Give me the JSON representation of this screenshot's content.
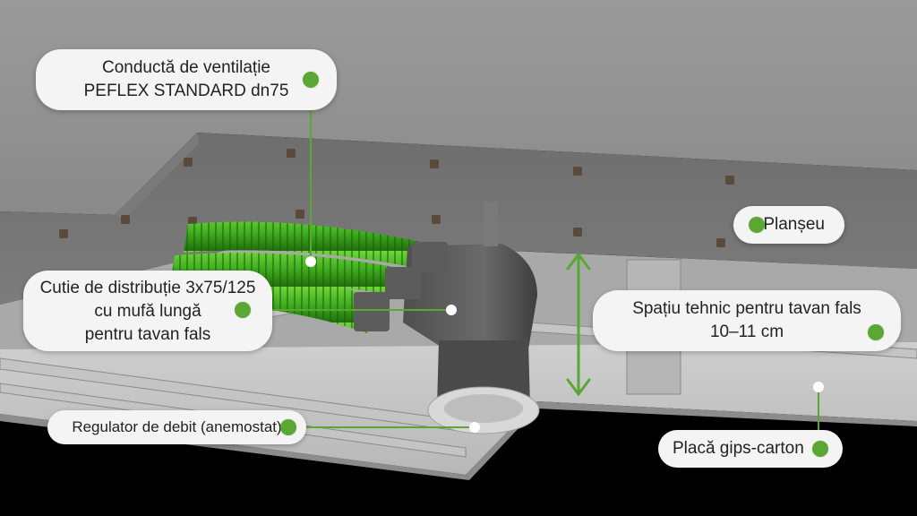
{
  "callouts": {
    "conducta": {
      "line1": "Conductă de ventilație",
      "line2": "PEFLEX STANDARD dn75"
    },
    "cutie": {
      "line1": "Cutie de distribuție 3x75/125",
      "line2": "cu mufă lungă",
      "line3": "pentru tavan fals"
    },
    "regulator": {
      "label": "Regulator de debit (anemostat)"
    },
    "planseu": {
      "label": "Planșeu"
    },
    "spatiu": {
      "line1": "Spațiu tehnic pentru tavan fals",
      "line2": "10–11 cm"
    },
    "placa": {
      "label": "Placă gips-carton"
    }
  },
  "colors": {
    "accent_green": "#5aa832",
    "pipe_green": "#3fae1e",
    "concrete": "#8e8e8e",
    "callout_bg": "#f4f4f4"
  }
}
